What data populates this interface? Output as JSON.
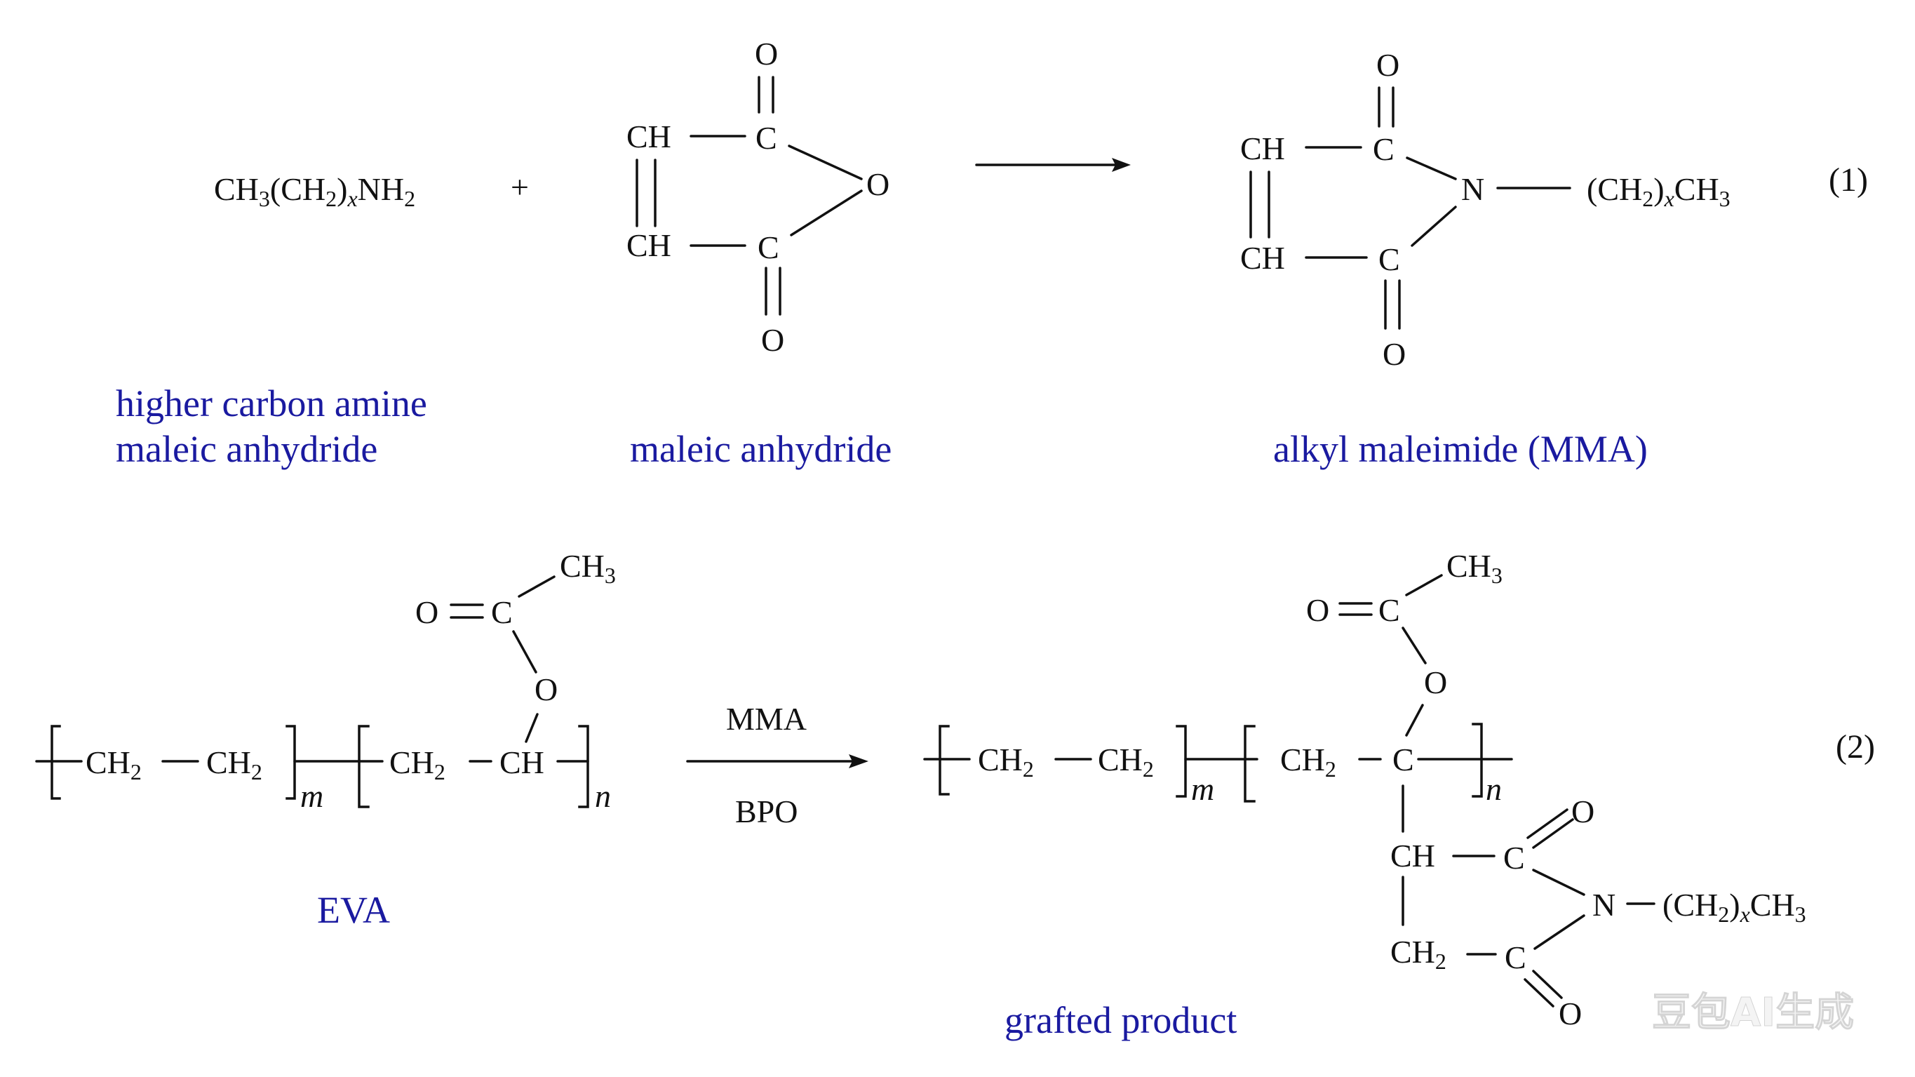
{
  "reaction_1": {
    "amine_formula": {
      "ch": "CH",
      "sub_3": "3",
      "paren_open": "(CH",
      "sub_2": "2",
      "paren_close": ")",
      "sub_x": "x",
      "nh": "NH",
      "sub_nh": "2"
    },
    "plus": "+",
    "anhydride_atoms": {
      "ch_top": "CH",
      "ch_bottom": "CH",
      "c_top": "C",
      "c_bottom": "C",
      "o_top": "O",
      "o_bottom": "O",
      "o_ring": "O"
    },
    "imide_atoms": {
      "ch_top": "CH",
      "ch_bottom": "CH",
      "c_top": "C",
      "c_bottom": "C",
      "o_top": "O",
      "o_bottom": "O",
      "n": "N",
      "tail": {
        "paren_open": "(CH",
        "sub_2": "2",
        "paren_close": ")",
        "sub_x": "x",
        "ch": "CH",
        "sub_3": "3"
      }
    },
    "number": "(1)",
    "captions": {
      "amine_line_1": "higher carbon amine",
      "amine_line_2": "maleic anhydride",
      "anhydride": "maleic anhydride",
      "imide": "alkyl maleimide (MMA)"
    }
  },
  "reaction_2": {
    "eva": {
      "ch2_a": "CH",
      "ch2_b": "CH",
      "ch2_c": "CH",
      "sub_2": "2",
      "ch": "CH",
      "o_ester": "O",
      "c_carbonyl": "C",
      "o_carbonyl": "O",
      "ch3": "CH",
      "sub_3": "3",
      "m": "m",
      "n": "n"
    },
    "reagent_above": "MMA",
    "reagent_below": "BPO",
    "product": {
      "ch2_a": "CH",
      "ch2_b": "CH",
      "ch2_c": "CH",
      "sub_2": "2",
      "c_backbone": "C",
      "o_ester": "O",
      "c_carbonyl": "C",
      "o_carbonyl": "O",
      "ch3": "CH",
      "sub_3": "3",
      "m": "m",
      "n": "n",
      "ring_ch": "CH",
      "ring_ch2": "CH",
      "ring_c_top": "C",
      "ring_c_bottom": "C",
      "ring_o_top": "O",
      "ring_o_bottom": "O",
      "ring_n": "N",
      "tail": {
        "paren_open": "(CH",
        "sub_2": "2",
        "paren_close": ")",
        "sub_x": "x",
        "ch": "CH",
        "sub_3": "3"
      }
    },
    "number": "(2)",
    "captions": {
      "eva": "EVA",
      "product": "grafted product"
    }
  },
  "watermark": "豆包AI生成"
}
